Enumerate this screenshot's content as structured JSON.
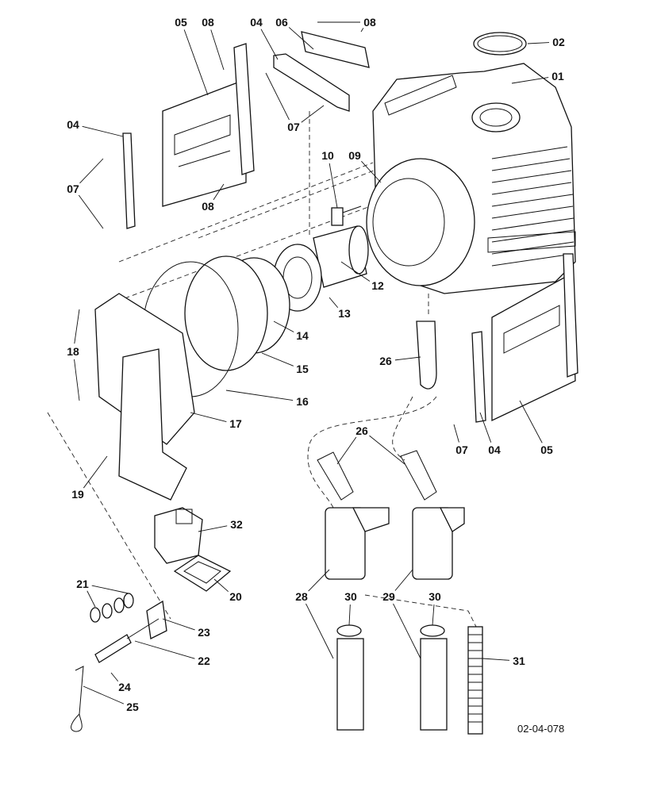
{
  "diagram": {
    "reference_code": "02-04-078",
    "stroke_color": "#111111",
    "background_color": "#ffffff",
    "labels": [
      "05",
      "08",
      "04",
      "06",
      "08",
      "02",
      "01",
      "04",
      "07",
      "10",
      "09",
      "07",
      "08",
      "12",
      "13",
      "14",
      "18",
      "26",
      "15",
      "16",
      "17",
      "26",
      "07",
      "04",
      "05",
      "19",
      "32",
      "21",
      "20",
      "28",
      "30",
      "29",
      "30",
      "23",
      "22",
      "31",
      "24",
      "25"
    ]
  }
}
